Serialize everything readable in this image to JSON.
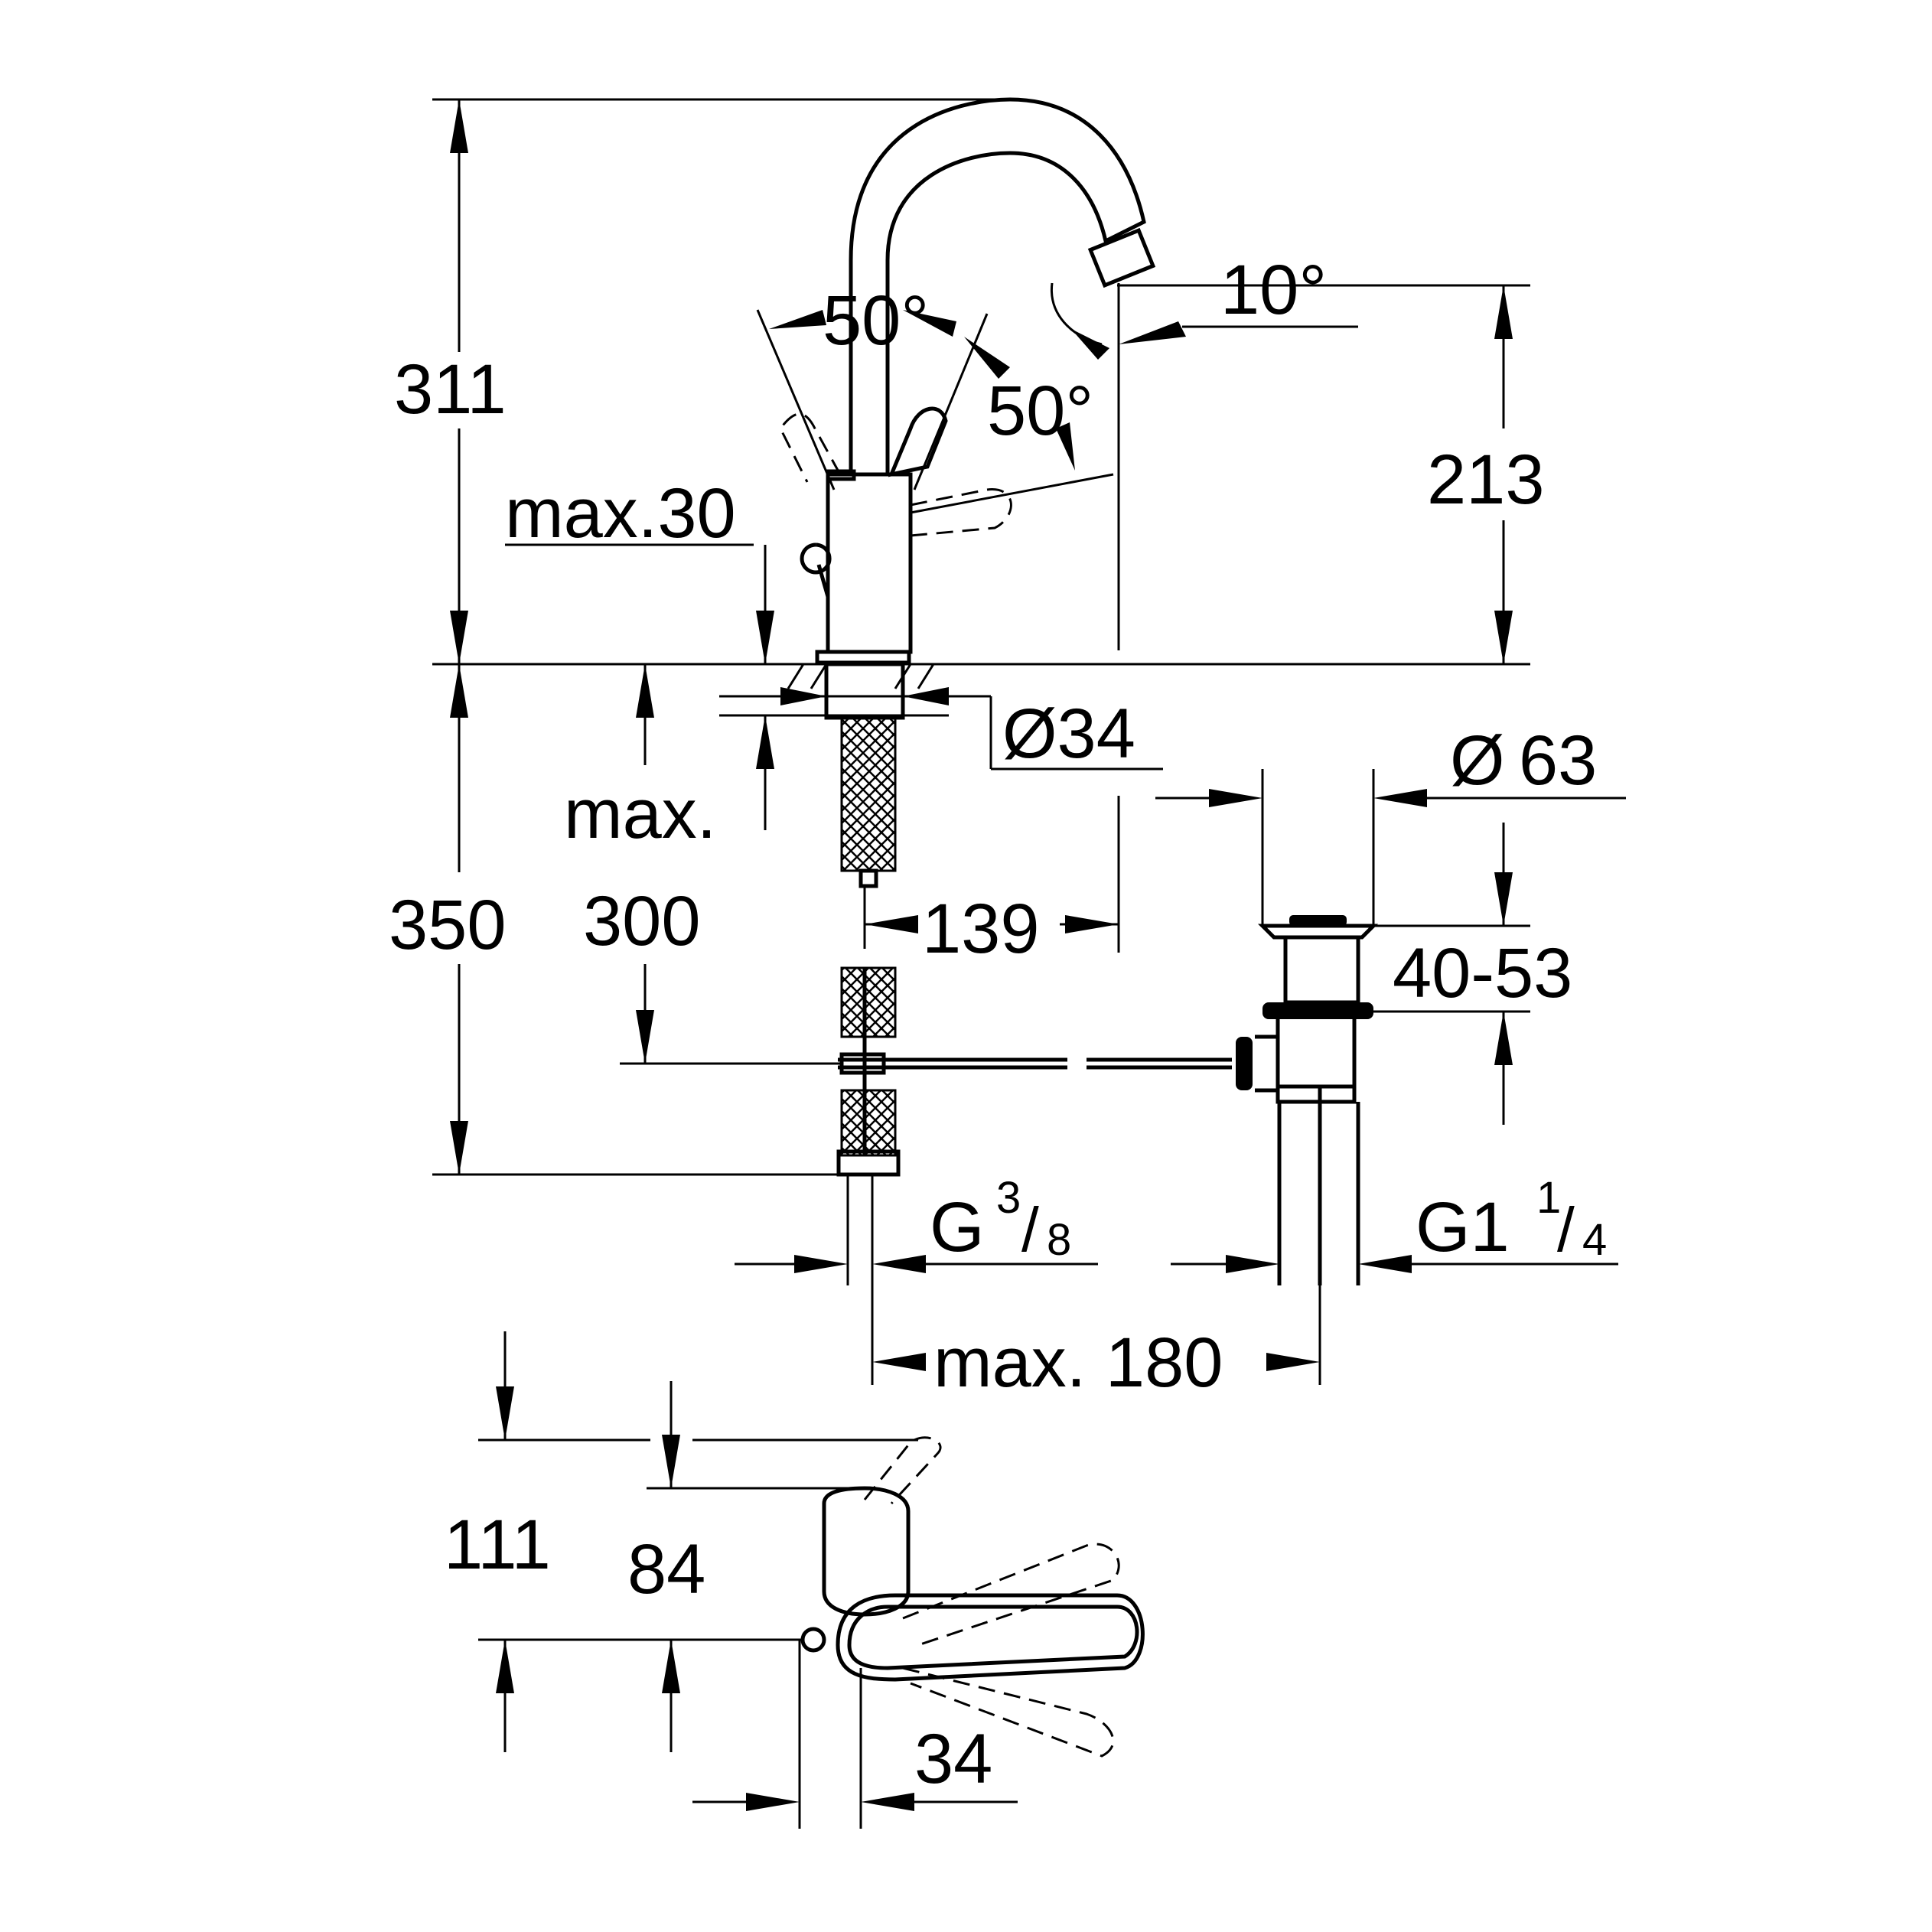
{
  "dimensions": {
    "height_total": "311",
    "spout_height": "213",
    "lever_angle_left": "50°",
    "lever_angle_right": "50°",
    "spout_angle": "10°",
    "deck_thickness_label": "max.30",
    "hole_diameter": "Ø34",
    "waste_diameter_symbol": "Ø",
    "waste_diameter_value": "63",
    "below_deck_height": "350",
    "max_label": "max.",
    "rod_height": "300",
    "spout_projection": "139",
    "waste_height": "40-53",
    "water_thread_base": "G",
    "water_thread_num": "3",
    "water_thread_den": "8",
    "waste_thread_base": "G1",
    "waste_thread_num": "1",
    "waste_thread_den": "4",
    "center_distance": "max. 180",
    "top_view_height": "111",
    "top_view_lever": "84",
    "top_view_offset": "34"
  }
}
